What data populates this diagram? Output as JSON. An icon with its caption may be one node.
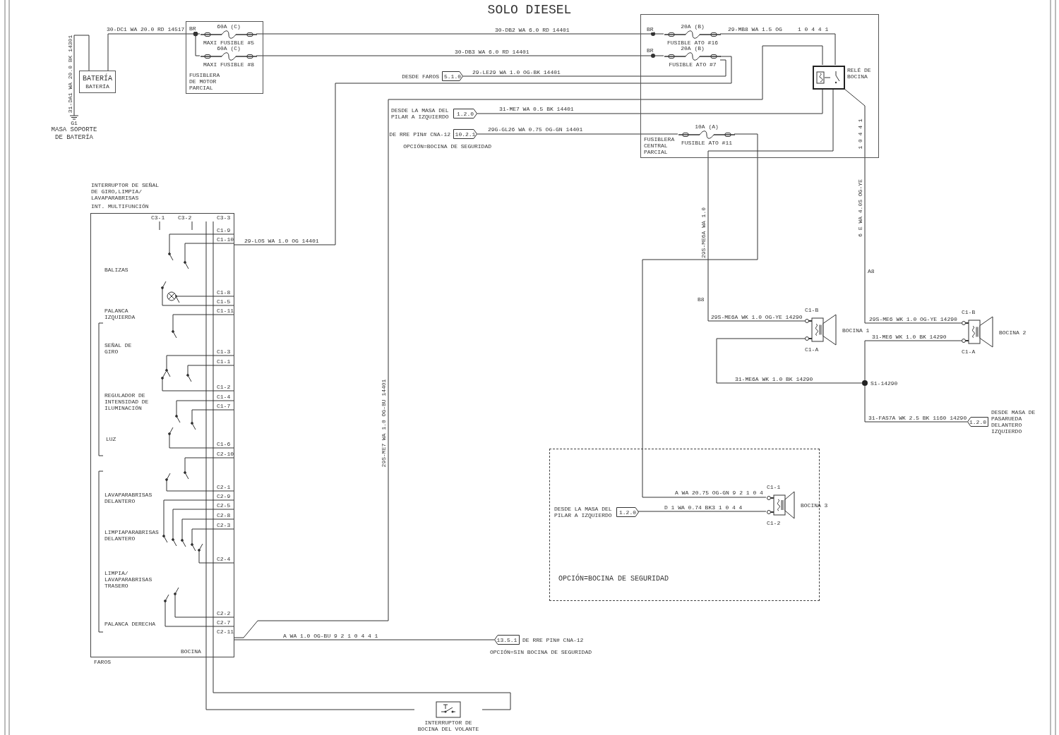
{
  "diagram": {
    "title": "SOLO DIESEL",
    "nodes": [
      {
        "text": [
          "BATERÍA",
          "BATERÍA"
        ]
      },
      {
        "text": [
          "G1",
          "MASA SOPORTE DE BATERÍA"
        ]
      },
      {
        "text": [
          "FUSIBLERA DE MOTOR PARCIAL"
        ]
      },
      {
        "text": [
          "60A (C)",
          "MAXI FUSIBLE #5"
        ],
        "in": 2
      },
      {
        "text": [
          "60A (C)",
          "MAXI FUSIBLE #8"
        ],
        "in": 2
      },
      {
        "text": [
          "FUSIBLERA CENTRAL PARCIAL"
        ]
      },
      {
        "text": [
          "20A (B)",
          "FUSIBLE ATO #16"
        ],
        "in": 5
      },
      {
        "text": [
          "20A (B)",
          "FUSIBLE ATO #7"
        ],
        "in": 5
      },
      {
        "text": [
          "10A (A)",
          "FUSIBLE ATO #11"
        ],
        "in": 5
      },
      {
        "text": [
          "RELÉ DE BOCINA"
        ],
        "in": 5
      },
      {
        "text": [
          "5.1.0"
        ],
        "beside": [
          "DESDE FAROS"
        ]
      },
      {
        "text": [
          "1.2.0"
        ],
        "beside": [
          "DESDE LA MASA DEL PILAR A IZQUIERDO"
        ]
      },
      {
        "text": [
          "10.2.1"
        ],
        "beside": [
          "DE RRE PIN# CNA-12",
          "OPCIÓN=BOCINA DE SEGURIDAD"
        ]
      },
      {
        "text": [
          "INTERRUPTOR DE SEÑAL DE GIRO,LIMPIA/ LAVAPARABRISAS",
          "INT. MULTIFUNCIÓN"
        ],
        "beside": [
          "FAROS"
        ]
      },
      {
        "text": [
          "BOCINA 1"
        ],
        "beside": [
          "C1-B",
          "C1-A"
        ]
      },
      {
        "text": [
          "BOCINA 2"
        ],
        "beside": [
          "C1-B",
          "C1-A"
        ]
      },
      {
        "text": [],
        "shape": "circle",
        "beside": [
          "S1-14290"
        ]
      },
      {
        "text": [
          "1.2.0"
        ],
        "beside": [
          "DESDE MASA DE PASARUEDA DELANTERO IZQUIERDO"
        ]
      },
      {
        "text": [
          "OPCIÓN=BOCINA DE SEGURIDAD"
        ]
      },
      {
        "text": [
          "BOCINA 3"
        ],
        "in": 18,
        "beside": [
          "C1-1",
          "C1-2"
        ]
      },
      {
        "text": [
          "1.2.0"
        ],
        "in": 18,
        "beside": [
          "DESDE LA MASA DEL PILAR A IZQUIERDO"
        ]
      },
      {
        "text": [
          "13.5.1"
        ],
        "beside": [
          "DE RRE PIN# CNA-12",
          "OPCIÓN=SIN BOCINA DE SEGURIDAD"
        ]
      },
      {
        "text": [
          "INTERRUPTOR DE BOCINA DEL VOLANTE"
        ]
      }
    ],
    "edges": [
      {
        "from": 1,
        "to": 0,
        "arrow": "none",
        "label": "31-DA1 WA 20.0 BK 14301"
      },
      {
        "from": 0,
        "to": 2,
        "arrow": "none",
        "label": "30-DC1 WA 20.0 RD 14517"
      },
      {
        "from": 3,
        "to": 6,
        "arrow": "none",
        "label": "30-DB2 WA 6.0 RD 14401"
      },
      {
        "from": 4,
        "to": 7,
        "arrow": "none",
        "label": "30-DB3 WA 6.0 RD 14401"
      },
      {
        "from": 10,
        "to": 7,
        "arrow": "none",
        "label": "29-LE29 WA 1.0 OG-BK 14401"
      },
      {
        "from": 13,
        "to": 7,
        "arrow": "none",
        "label": "29-LOS WA 1.0 OG 14401"
      },
      {
        "from": 6,
        "to": 9,
        "arrow": "none",
        "label": "29-MB8 WA 1.5 OG"
      },
      {
        "from": 11,
        "to": 9,
        "arrow": "none",
        "label": "31-ME7 WA 0.5 BK 14401"
      },
      {
        "from": 13,
        "to": 9,
        "arrow": "none",
        "label": "29S-ME7 WA 1.0 OG-BU 14401"
      },
      {
        "from": 12,
        "to": 8,
        "arrow": "none",
        "label": "29G-GL26 WA 0.75 OG-GN 14401"
      },
      {
        "from": 9,
        "to": 14,
        "arrow": "none",
        "label": "29S-ME6A WK 1.0 OG-YE 14290"
      },
      {
        "from": 9,
        "to": 15,
        "arrow": "none",
        "label": "29S-ME6 WK 1.0 OG-YE 14290"
      },
      {
        "from": 8,
        "to": 19,
        "arrow": "none",
        "label": "A WA 20.75 OG-GN 9 2 1 0 4"
      },
      {
        "from": 14,
        "to": 16,
        "arrow": "none",
        "label": "31-ME6A WK 1.0 BK 14290"
      },
      {
        "from": 15,
        "to": 16,
        "arrow": "none",
        "label": "31-ME6 WK 1.0 BK 14290"
      },
      {
        "from": 16,
        "to": 17,
        "arrow": "none",
        "label": "31-FAS7A WK 2.5 BK 1160 14290"
      },
      {
        "from": 20,
        "to": 19,
        "arrow": "none",
        "label": "D 1 WA 0.74 BK3 1 0 4 4"
      },
      {
        "from": 13,
        "to": 21,
        "arrow": "none",
        "label": "A WA 1.0 OG-BU 9 2 1 0 4 4 1"
      },
      {
        "from": 13,
        "to": 22,
        "arrow": "none"
      },
      {
        "from": 13,
        "to": 22,
        "arrow": "none"
      }
    ],
    "labels": [
      "C3-1",
      "C3-2",
      "C3-3",
      "C1-9",
      "C1-10",
      "C1-8",
      "C1-5",
      "C1-11",
      "C1-3",
      "C1-1",
      "C1-2",
      "C1-4",
      "C1-7",
      "C1-6",
      "C2-10",
      "C2-1",
      "C2-9",
      "C2-5",
      "C2-8",
      "C2-3",
      "C2-4",
      "C2-2",
      "C2-7",
      "C2-11",
      "BALIZAS",
      "PALANCA IZQUIERDA",
      "SEÑAL DE GIRO",
      "REGULADOR DE INTENSIDAD DE ILUMINACIÓN",
      "LUZ",
      "LAVAPARABRISAS DELANTERO",
      "LIMPIAPARABRISAS DELANTERO",
      "LIMPIA/ LAVAPARABRISAS TRASERO",
      "PALANCA DERECHA",
      "BOCINA",
      "BR",
      "BR",
      "BR",
      "1 0 4 4 1",
      "B8",
      "A8",
      "29S-ME6A WA 1.0",
      "6 E WA 4.0S OG-YE",
      "1 0 4 4 1"
    ]
  }
}
